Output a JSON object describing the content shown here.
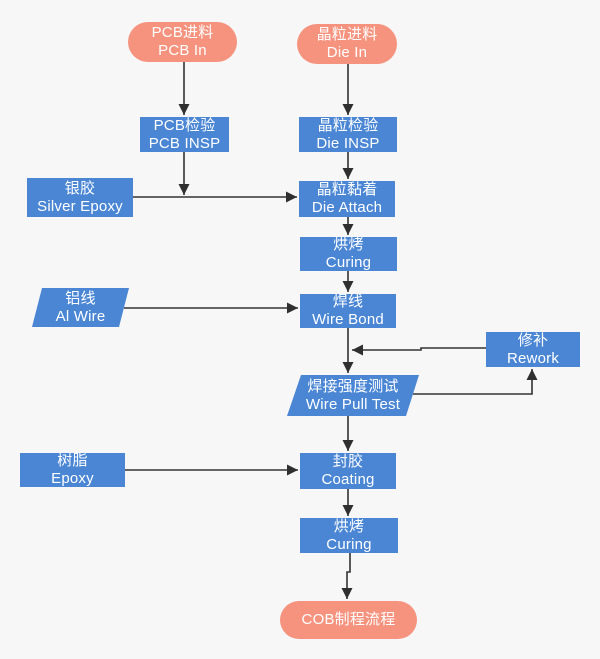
{
  "diagram": {
    "background": "#f7f7f7",
    "colors": {
      "process_fill": "#4a86d4",
      "terminator_fill": "#f5937f",
      "connector": "#333333",
      "text": "#ffffff"
    },
    "nodes": [
      {
        "id": "pcb-in",
        "shape": "terminator",
        "label_zh": "PCB进料",
        "label_en": "PCB In"
      },
      {
        "id": "die-in",
        "shape": "terminator",
        "label_zh": "晶粒进料",
        "label_en": "Die In"
      },
      {
        "id": "pcb-insp",
        "shape": "process",
        "label_zh": "PCB检验",
        "label_en": "PCB INSP"
      },
      {
        "id": "die-insp",
        "shape": "process",
        "label_zh": "晶粒检验",
        "label_en": "Die INSP"
      },
      {
        "id": "silver-epoxy",
        "shape": "process",
        "label_zh": "银胶",
        "label_en": "Silver Epoxy"
      },
      {
        "id": "die-attach",
        "shape": "process",
        "label_zh": "晶粒黏着",
        "label_en": "Die Attach"
      },
      {
        "id": "curing-1",
        "shape": "process",
        "label_zh": "烘烤",
        "label_en": "Curing"
      },
      {
        "id": "al-wire",
        "shape": "parallelogram",
        "label_zh": "铝线",
        "label_en": "Al Wire"
      },
      {
        "id": "wire-bond",
        "shape": "process",
        "label_zh": "焊线",
        "label_en": "Wire Bond"
      },
      {
        "id": "rework",
        "shape": "process",
        "label_zh": "修补",
        "label_en": "Rework"
      },
      {
        "id": "wire-pull-test",
        "shape": "parallelogram",
        "label_zh": "焊接强度测试",
        "label_en": "Wire Pull Test"
      },
      {
        "id": "epoxy",
        "shape": "process",
        "label_zh": "树脂",
        "label_en": "Epoxy"
      },
      {
        "id": "coating",
        "shape": "process",
        "label_zh": "封胶",
        "label_en": "Coating"
      },
      {
        "id": "curing-2",
        "shape": "process",
        "label_zh": "烘烤",
        "label_en": "Curing"
      },
      {
        "id": "cob-end",
        "shape": "terminator",
        "label_zh": "COB制程流程",
        "label_en": ""
      }
    ],
    "edges": [
      {
        "from": "pcb-in",
        "to": "pcb-insp"
      },
      {
        "from": "die-in",
        "to": "die-insp"
      },
      {
        "from": "pcb-insp",
        "to": "die-attach"
      },
      {
        "from": "die-insp",
        "to": "die-attach"
      },
      {
        "from": "silver-epoxy",
        "to": "die-attach"
      },
      {
        "from": "die-attach",
        "to": "curing-1"
      },
      {
        "from": "curing-1",
        "to": "wire-bond"
      },
      {
        "from": "al-wire",
        "to": "wire-bond"
      },
      {
        "from": "wire-bond",
        "to": "wire-pull-test"
      },
      {
        "from": "wire-pull-test",
        "to": "rework"
      },
      {
        "from": "rework",
        "to": "wire-pull-test"
      },
      {
        "from": "wire-pull-test",
        "to": "coating"
      },
      {
        "from": "epoxy",
        "to": "coating"
      },
      {
        "from": "coating",
        "to": "curing-2"
      },
      {
        "from": "curing-2",
        "to": "cob-end"
      }
    ]
  }
}
